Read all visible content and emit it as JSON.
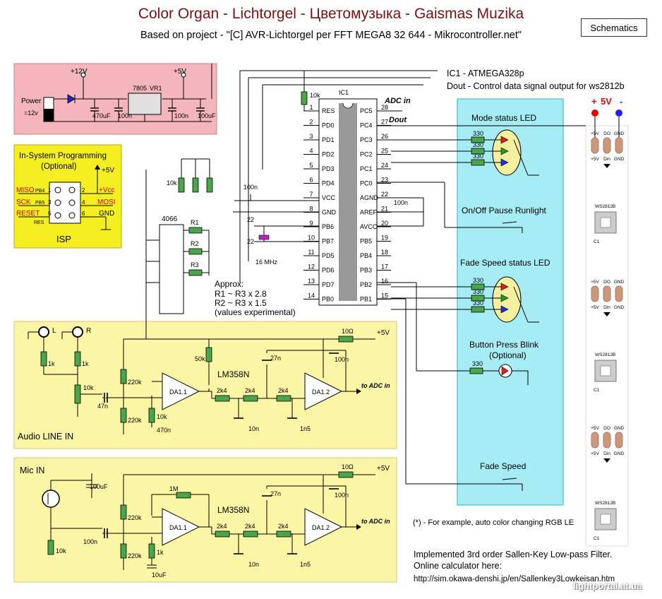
{
  "header": {
    "title": "Color Organ - Lichtorgel - Цветомузыка - Gaismas Muzika",
    "subtitle": "Based on project - \"[C] AVR-Lichtorgel per FFT MEGA8 32 644 - Mikrocontroller.net\"",
    "schematics_button": "Schematics"
  },
  "ic1": {
    "label": "IC1 - ATMEGA328p",
    "dout_note": "Dout - Control data signal output for ws2812b",
    "chip_label": "IC1",
    "left_pins": [
      {
        "num": "1",
        "name": "RES"
      },
      {
        "num": "2",
        "name": "PD0"
      },
      {
        "num": "3",
        "name": "PD1"
      },
      {
        "num": "4",
        "name": "PD2"
      },
      {
        "num": "5",
        "name": "PD3"
      },
      {
        "num": "6",
        "name": "PD4"
      },
      {
        "num": "7",
        "name": "VCC"
      },
      {
        "num": "8",
        "name": "GND"
      },
      {
        "num": "9",
        "name": "PB6"
      },
      {
        "num": "10",
        "name": "PB7"
      },
      {
        "num": "11",
        "name": "PD5"
      },
      {
        "num": "12",
        "name": "PD6"
      },
      {
        "num": "13",
        "name": "PD7"
      },
      {
        "num": "14",
        "name": "PB0"
      }
    ],
    "right_pins": [
      {
        "num": "28",
        "name": "PC5"
      },
      {
        "num": "27",
        "name": "PC4"
      },
      {
        "num": "26",
        "name": "PC3"
      },
      {
        "num": "25",
        "name": "PC2"
      },
      {
        "num": "24",
        "name": "PC1"
      },
      {
        "num": "23",
        "name": "PC0"
      },
      {
        "num": "22",
        "name": "AGND"
      },
      {
        "num": "21",
        "name": "AREF"
      },
      {
        "num": "20",
        "name": "AVCC"
      },
      {
        "num": "19",
        "name": "PB5"
      },
      {
        "num": "18",
        "name": "PB4"
      },
      {
        "num": "17",
        "name": "PB3"
      },
      {
        "num": "16",
        "name": "PB2"
      },
      {
        "num": "15",
        "name": "PB1"
      }
    ],
    "adc_in": "ADC in",
    "dout": "Dout",
    "r_res": "10k",
    "c_vcc": "100n",
    "c_aref": "100n",
    "c22a": "22",
    "c22b": "22",
    "crystal": "16 MHz"
  },
  "power": {
    "label": "Power",
    "voltage": "=12v",
    "v12": "+12V",
    "v5": "+5V",
    "regulator": "7805",
    "vr": "VR1",
    "c1": "470uF",
    "c2": "100n",
    "c3": "100n",
    "c4": "100uF"
  },
  "isp": {
    "title": "In-System Programming",
    "subtitle": "(Optional)",
    "v5": "+5V",
    "left": [
      {
        "sig": "MISO",
        "pin": "PB4",
        "num": "1"
      },
      {
        "sig": "SCK",
        "pin": "PB5",
        "num": "3"
      },
      {
        "sig": "RESET",
        "pin": "RES",
        "num": "5"
      }
    ],
    "right": [
      {
        "sig": "+Vcc",
        "num": "2"
      },
      {
        "sig": "MOSI",
        "num": "4"
      },
      {
        "sig": "GND",
        "num": "6"
      }
    ],
    "label": "ISP"
  },
  "switch_ic": {
    "label": "4066",
    "r1": "R1",
    "r2": "R2",
    "r3": "R3",
    "pullups": "10k",
    "approx": [
      "Approx:",
      "R1 ~ R3 x 2.8",
      "R2 ~ R3 x 1.5",
      "(values experimental)"
    ]
  },
  "panel": {
    "mode_led": "Mode status LED",
    "onoff": "On/Off Pause Runlight",
    "fade_led": "Fade Speed status LED",
    "blink": "Button Press Blink",
    "blink_opt": "(Optional)",
    "fade_speed": "Fade Speed",
    "r330": "330"
  },
  "strip": {
    "plus": "+",
    "v5": "5V",
    "minus": "-",
    "pads": [
      "+5V",
      "DO",
      "GND"
    ],
    "pads_in": [
      "+5V",
      "Din",
      "GND"
    ],
    "chip": "WS2812B",
    "cap": "C1"
  },
  "audio": {
    "label": "Audio LINE IN",
    "l": "L",
    "r": "R",
    "r1k": "1k",
    "pot": "10k",
    "c47": "47n",
    "r220a": "220k",
    "r220b": "220k",
    "r10k": "10k",
    "c470": "470n",
    "pot50": "50k",
    "opamp": "LM358N",
    "da1": "DA1.1",
    "da2": "DA1.2",
    "c27": "27n",
    "r2k4": "2k4",
    "c10": "10n",
    "c1n5": "1n5",
    "r10": "10Ω",
    "c100": "100n",
    "v5": "+5V",
    "to_adc": "to ADC in"
  },
  "mic": {
    "label": "Mic IN",
    "c100u": "100uF",
    "r10k": "10k",
    "c100n": "100n",
    "r220a": "220k",
    "r220b": "220k",
    "r1k": "1k",
    "c10u": "10uF",
    "r1m": "1M",
    "opamp": "LM358N",
    "da1": "DA1.1",
    "da2": "DA1.2",
    "c27": "27n",
    "r2k4": "2k4",
    "c10": "10n",
    "c1n5": "1n5",
    "r10": "10Ω",
    "c100": "100n",
    "v5": "+5V",
    "to_adc": "to ADC in"
  },
  "notes": {
    "example": "(*) - For example, auto color changing RGB LE",
    "filter1": "Implemented 3rd order Sallen-Key Low-pass Filter.",
    "filter2": "Online calculator here:",
    "url": "http://sim.okawa-denshi.jp/en/Sallenkey3Lowkeisan.htm"
  },
  "watermark": "lightportal.at.ua",
  "colors": {
    "title": "#7a1010",
    "power_bg": "#f4b6bc",
    "isp_bg": "#f5ef22",
    "panel_bg": "#a6ecf4",
    "audio_bg": "#fbf5a6",
    "resistor": "#4aa64a"
  }
}
